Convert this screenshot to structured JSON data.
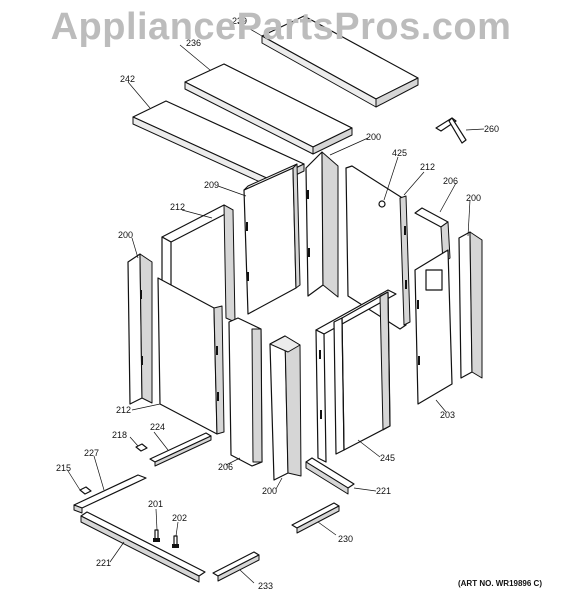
{
  "watermark": "AppliancePartsPros.com",
  "art_number": "(ART NO. WR19896 C)",
  "callouts": {
    "c200a": "200",
    "c200b": "200",
    "c200c": "200",
    "c200d": "200",
    "c201": "201",
    "c202": "202",
    "c203": "203",
    "c206a": "206",
    "c206b": "206",
    "c209": "209",
    "c212a": "212",
    "c212b": "212",
    "c212c": "212",
    "c215": "215",
    "c218": "218",
    "c221a": "221",
    "c221b": "221",
    "c224": "224",
    "c227": "227",
    "c230": "230",
    "c233": "233",
    "c236": "236",
    "c239": "239",
    "c242": "242",
    "c245": "245",
    "c260": "260",
    "c425": "425"
  }
}
